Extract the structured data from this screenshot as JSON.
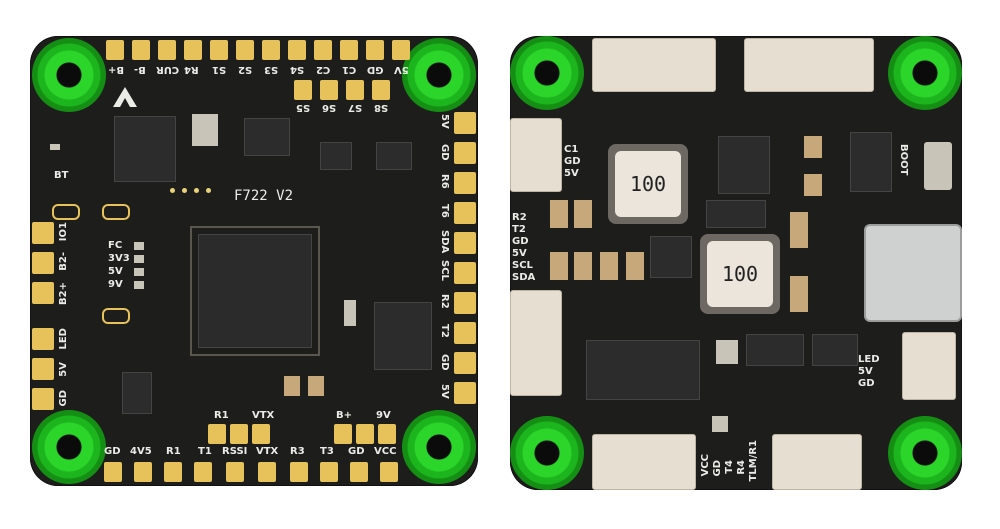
{
  "boards": {
    "top": {
      "model": "F722 V2",
      "pad_labels_top": [
        "B+",
        "B-",
        "CUR",
        "R4",
        "S1",
        "S2",
        "S3",
        "S4",
        "C2",
        "C1",
        "GD",
        "5V"
      ],
      "pad_labels_top_inner": [
        "S8",
        "S7",
        "S6",
        "S5"
      ],
      "pad_labels_right": [
        "5V",
        "GD",
        "R6",
        "T6",
        "SDA",
        "SCL",
        "R2",
        "T2",
        "GD",
        "5V"
      ],
      "pad_labels_bottom": [
        "GD",
        "4V5",
        "R1",
        "T1",
        "RSSI",
        "VTX",
        "R3",
        "T3",
        "GD",
        "VCC"
      ],
      "pad_labels_bottom_inner_left": [
        "R1",
        "VTX"
      ],
      "pad_labels_bottom_inner_right": [
        "B+",
        "9V"
      ],
      "pad_labels_left": [
        "IO1",
        "B2-",
        "B2+",
        "LED",
        "5V",
        "GD"
      ],
      "led_labels": [
        "FC",
        "3V3",
        "5V",
        "9V"
      ],
      "bt_label": "BT"
    },
    "bottom": {
      "left_top_labels": [
        "C1",
        "GD",
        "5V"
      ],
      "left_mid_labels": [
        "R2",
        "T2",
        "GD",
        "5V",
        "SCL",
        "SDA"
      ],
      "inductor_marks": [
        "100",
        "100"
      ],
      "right_labels": [
        "LED",
        "5V",
        "GD"
      ],
      "boot_label": "BOOT",
      "bottom_labels": [
        "VCC",
        "GD",
        "T4",
        "R4",
        "TLM/R1"
      ]
    }
  }
}
